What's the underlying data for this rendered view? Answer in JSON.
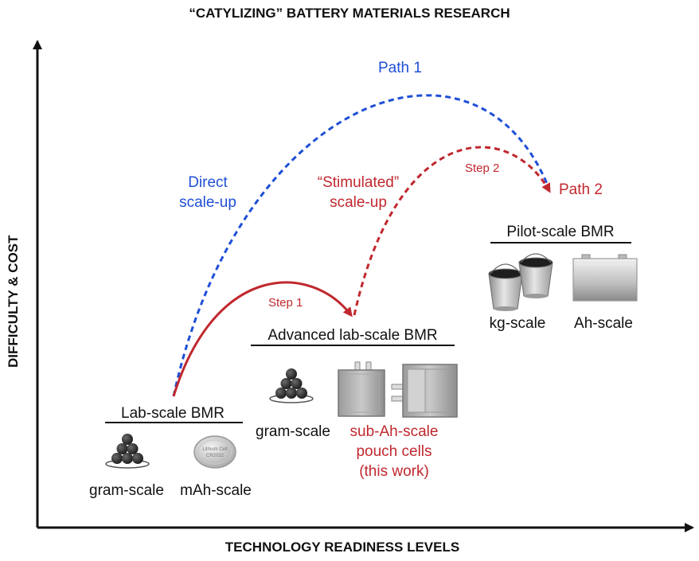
{
  "title": "“CATYLIZING” BATTERY MATERIALS RESEARCH",
  "x_axis_label": "TECHNOLOGY READINESS LEVELS",
  "y_axis_label": "DIFFICULTY & COST",
  "paths": {
    "path1": {
      "label": "Path 1",
      "description_line1": "Direct",
      "description_line2": "scale-up",
      "color": "#1f4fd6"
    },
    "path2": {
      "label": "Path 2",
      "description_line1": "“Stimulated”",
      "description_line2": "scale-up",
      "color": "#c0282e"
    },
    "step1": "Step 1",
    "step2": "Step 2"
  },
  "stages": {
    "lab": {
      "heading": "Lab-scale BMR",
      "material": "gram-scale",
      "cell": "mAh-scale",
      "coin_cell_text_line1": "Lithium Cell",
      "coin_cell_text_line2": "CR2032"
    },
    "advanced": {
      "heading": "Advanced lab-scale BMR",
      "material": "gram-scale",
      "cell_line1": "sub-Ah-scale",
      "cell_line2": "pouch cells",
      "cell_line3": "(this work)"
    },
    "pilot": {
      "heading": "Pilot-scale BMR",
      "material": "kg-scale",
      "cell": "Ah-scale"
    }
  },
  "colors": {
    "blue": "#1f4fd6",
    "red": "#c0282e",
    "axis": "#111111"
  }
}
